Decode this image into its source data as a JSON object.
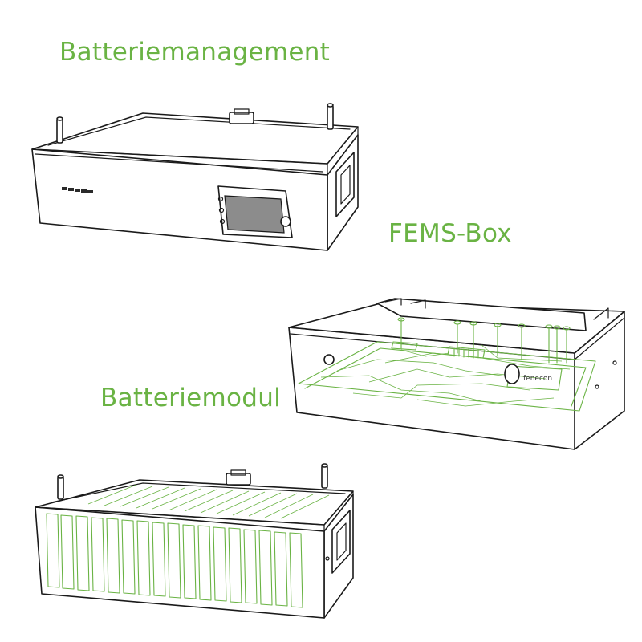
{
  "labels": {
    "battery_management": "Batteriemanagement",
    "fems_box": "FEMS-Box",
    "battery_module": "Batteriemodul"
  },
  "illustration": {
    "brand_on_board": "fenecon"
  },
  "colors": {
    "accent_green": "#6ab344",
    "outline": "#1a1a1a",
    "screen_gray": "#8c8c8c",
    "background": "#ffffff"
  }
}
